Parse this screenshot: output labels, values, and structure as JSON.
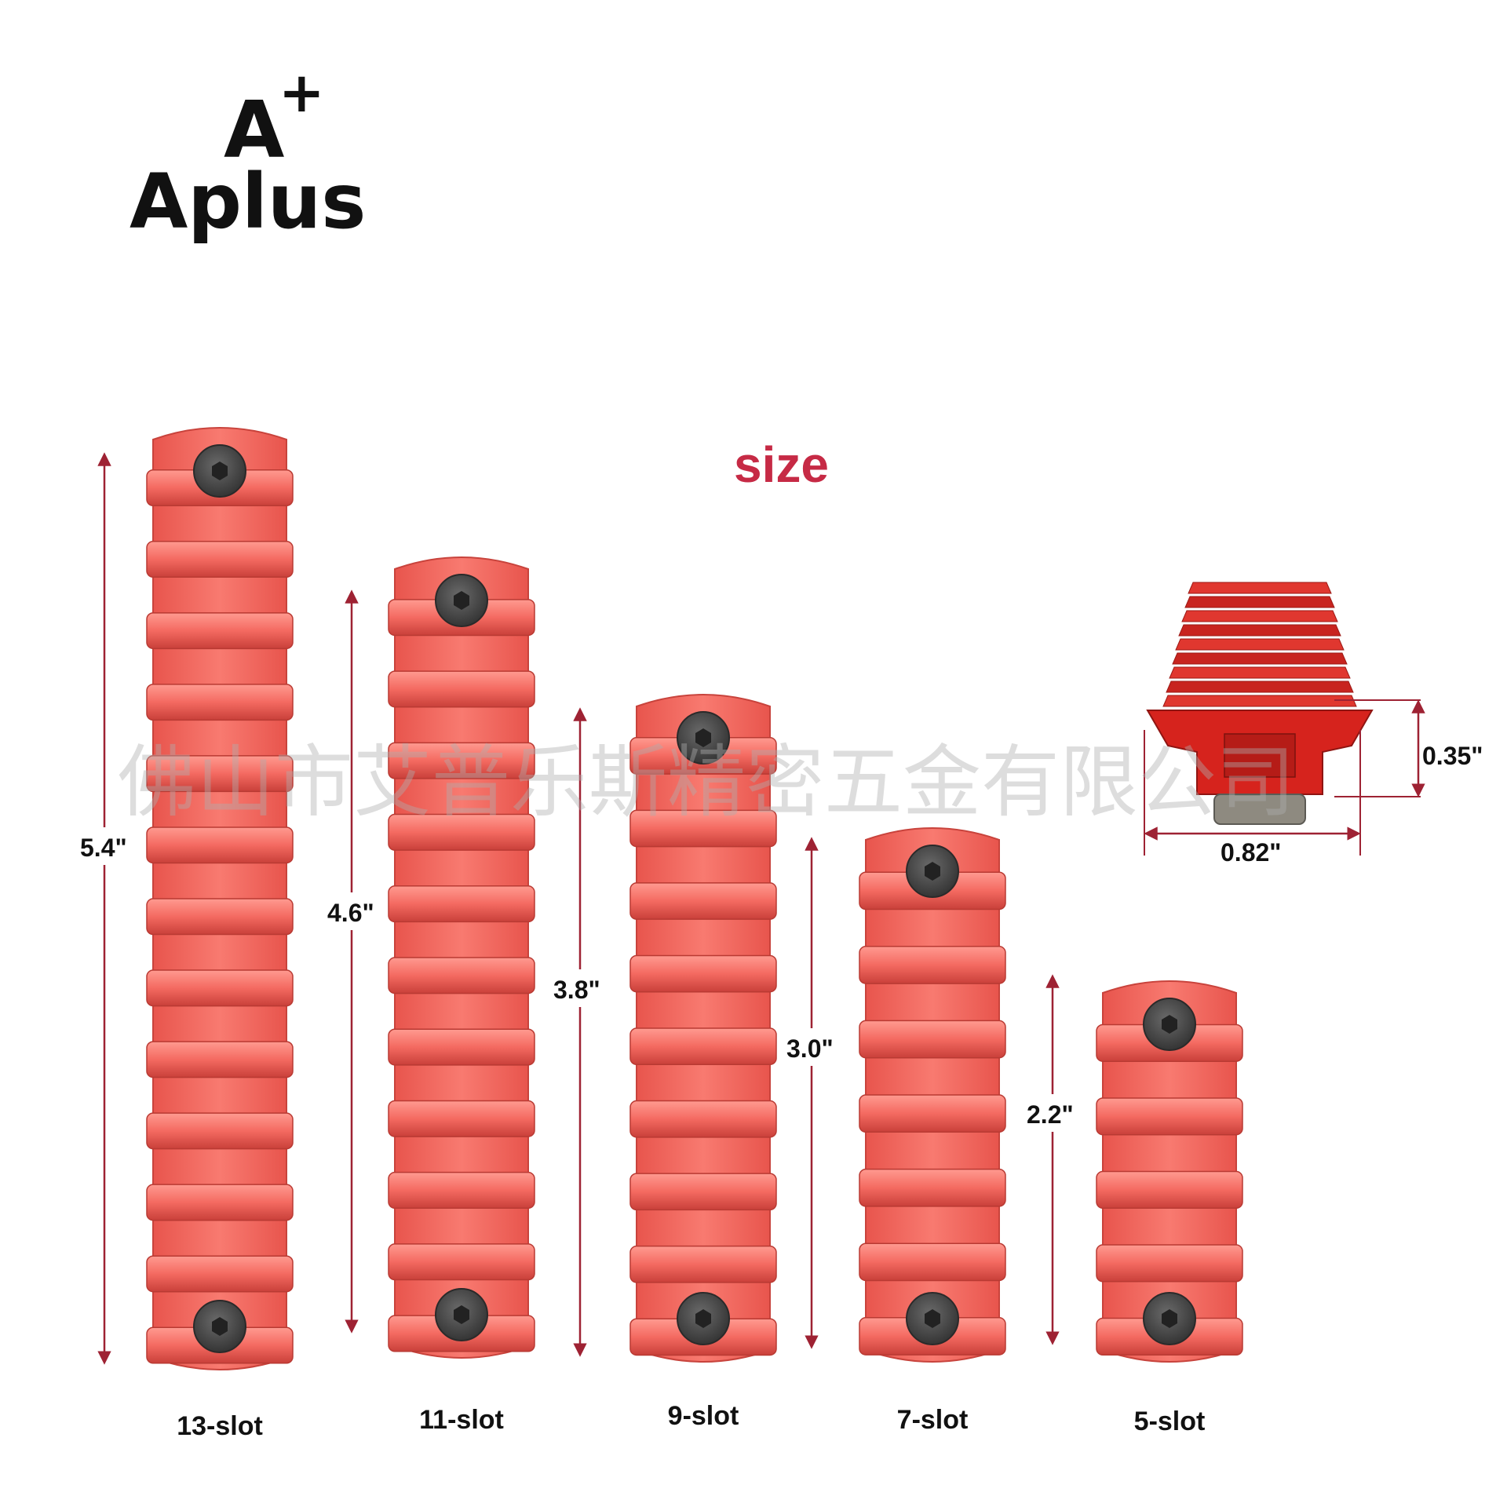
{
  "brand": {
    "logo_mark": "A",
    "logo_plus": "+",
    "logo_text": "Aplus"
  },
  "title": "size",
  "watermark": "佛山市艾普乐斯精密五金有限公司",
  "colors": {
    "accent": "#c62a45",
    "rail": "#f26a61",
    "rail_dark": "#d9473f",
    "dimension_line": "#9e2233",
    "screw": "#4a4a4a"
  },
  "rails": [
    {
      "name": "13-slot",
      "slots": 13,
      "length": "5.4\""
    },
    {
      "name": "11-slot",
      "slots": 11,
      "length": "4.6\""
    },
    {
      "name": "9-slot",
      "slots": 9,
      "length": "3.8\""
    },
    {
      "name": "7-slot",
      "slots": 7,
      "length": "3.0\""
    },
    {
      "name": "5-slot",
      "slots": 5,
      "length": "2.2\""
    }
  ],
  "profile": {
    "height": "0.35\"",
    "width": "0.82\""
  }
}
